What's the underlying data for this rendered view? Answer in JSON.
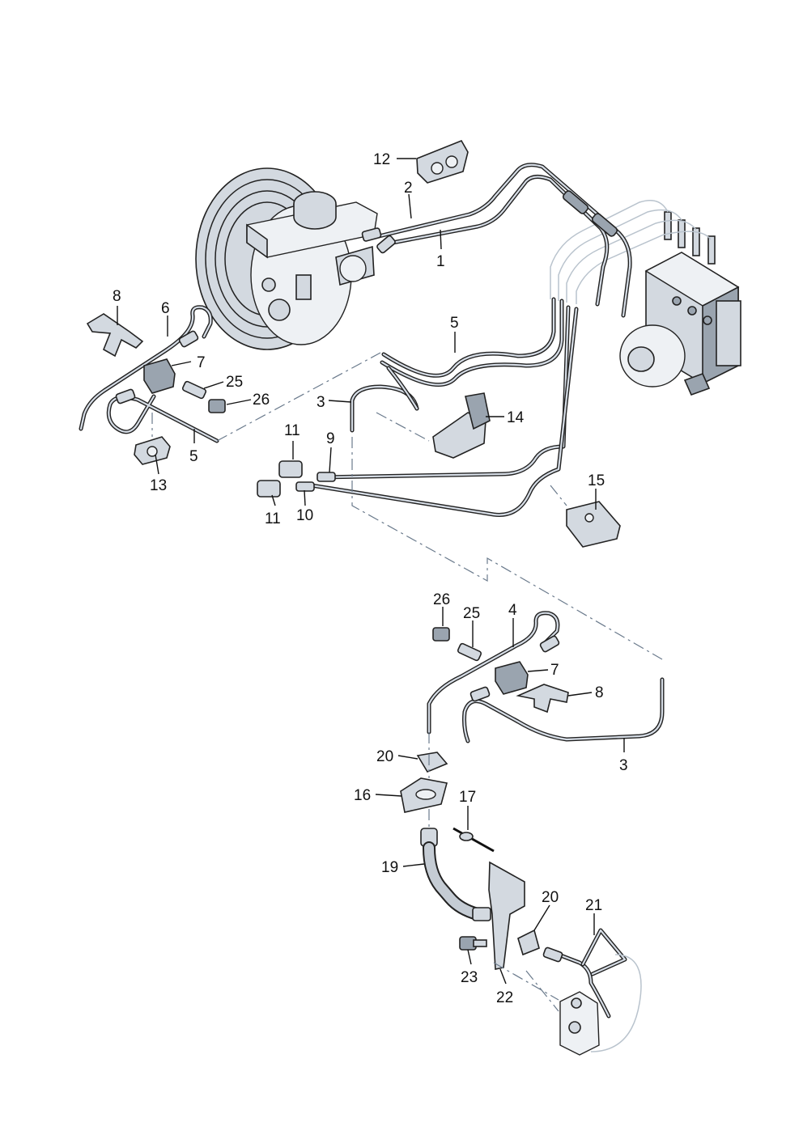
{
  "labels": {
    "l12": "12",
    "l2": "2",
    "l1": "1",
    "l8a": "8",
    "l6": "6",
    "l7a": "7",
    "l25a": "25",
    "l26a": "26",
    "l5a": "5",
    "l5b": "5",
    "l3a": "3",
    "l14": "14",
    "l13": "13",
    "l11a": "11",
    "l9": "9",
    "l11b": "11",
    "l10": "10",
    "l15": "15",
    "l26b": "26",
    "l25b": "25",
    "l4": "4",
    "l7b": "7",
    "l8b": "8",
    "l3b": "3",
    "l20a": "20",
    "l16": "16",
    "l17": "17",
    "l19": "19",
    "l20b": "20",
    "l21": "21",
    "l23": "23",
    "l22": "22"
  }
}
